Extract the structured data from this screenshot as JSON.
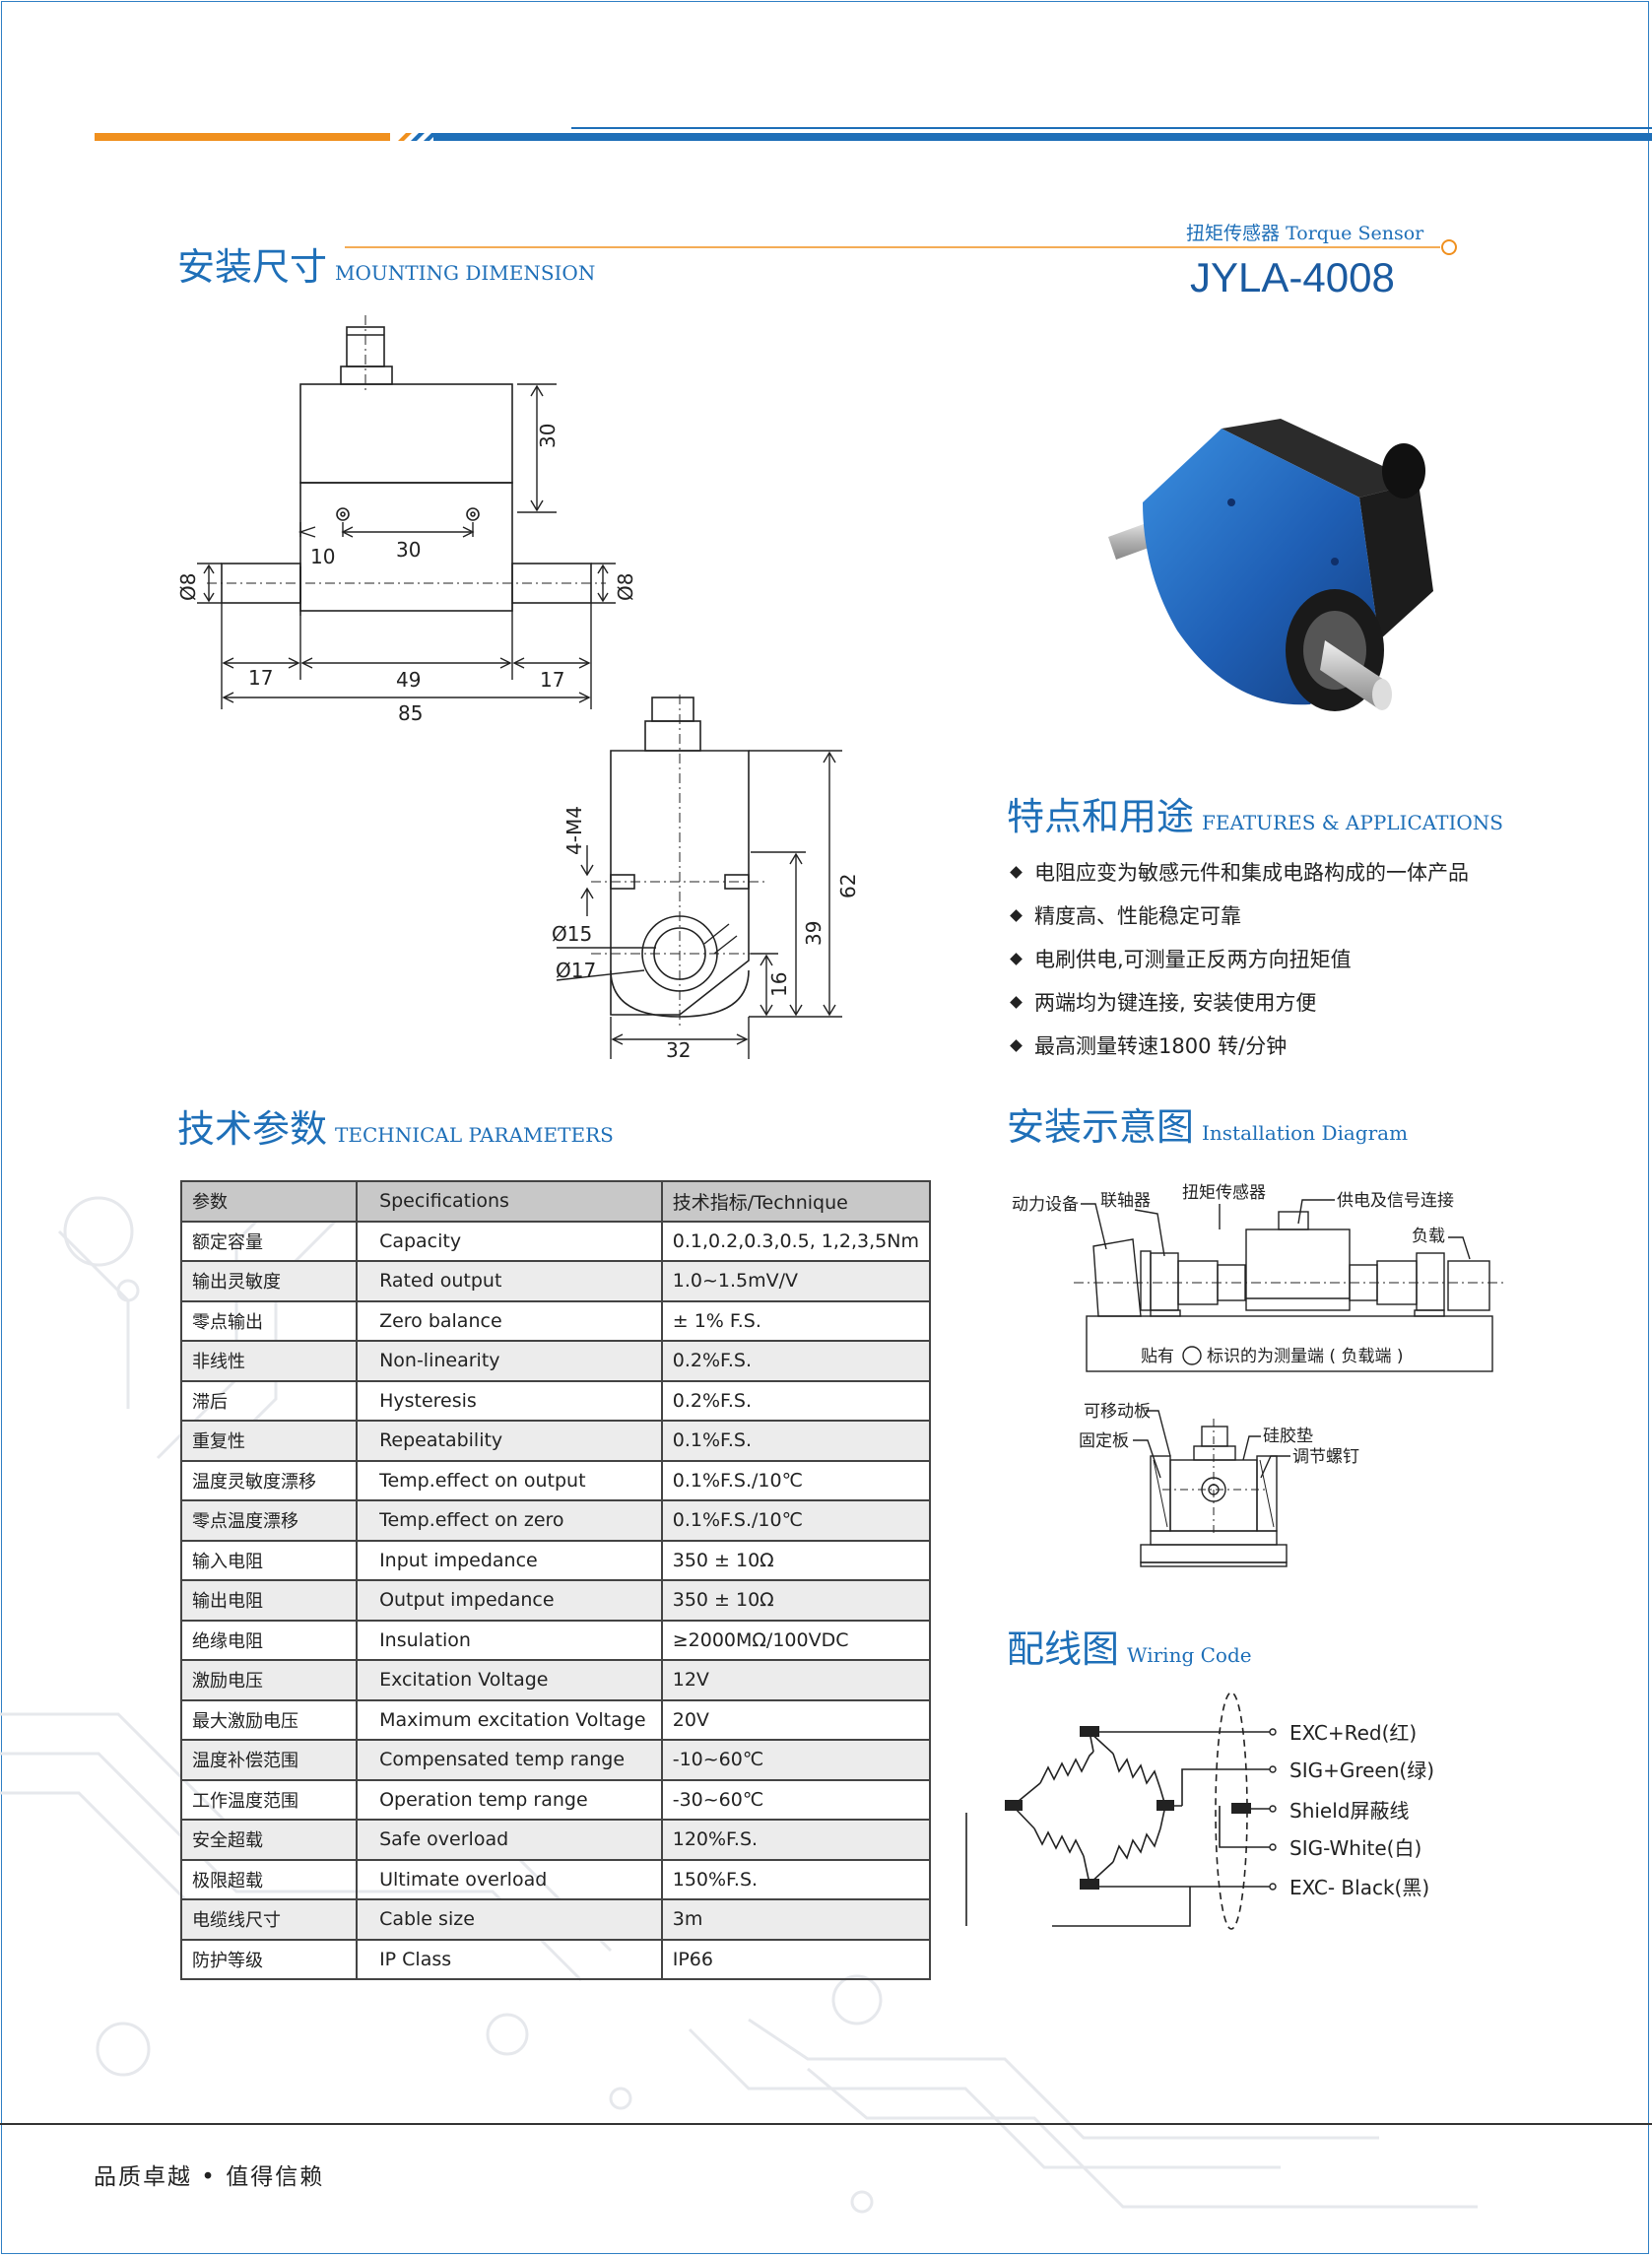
{
  "header": {
    "product_caption_zh": "扭矩传感器",
    "product_caption_en": "Torque Sensor",
    "model": "JYLA-4008",
    "accent_orange": "#f0901e",
    "accent_blue": "#1e6fb8"
  },
  "mounting": {
    "title_zh": "安装尺寸",
    "title_en": "MOUNTING DIMENSION",
    "dims": {
      "d30v": "30",
      "d10": "10",
      "d30h": "30",
      "phi8_left": "Ø8",
      "phi8_right": "Ø8",
      "d17_left": "17",
      "d49": "49",
      "d17_right": "17",
      "d85": "85",
      "m4": "4-M4",
      "phi15": "Ø15",
      "phi17": "Ø17",
      "d62": "62",
      "d39": "39",
      "d16": "16",
      "d32": "32"
    }
  },
  "features": {
    "title_zh": "特点和用途",
    "title_en": "FEATURES & APPLICATIONS",
    "items": [
      "电阻应变为敏感元件和集成电路构成的一体产品",
      "精度高、性能稳定可靠",
      "电刷供电,可测量正反两方向扭矩值",
      "两端均为键连接, 安装使用方便",
      "最高测量转速1800 转/分钟"
    ]
  },
  "technical": {
    "title_zh": "技术参数",
    "title_en": "TECHNICAL PARAMETERS",
    "headers": [
      "参数",
      "Specifications",
      "技术指标/Technique"
    ],
    "rows": [
      [
        "额定容量",
        "Capacity",
        "0.1,0.2,0.3,0.5, 1,2,3,5Nm"
      ],
      [
        "输出灵敏度",
        "Rated output",
        "1.0~1.5mV/V"
      ],
      [
        "零点输出",
        "Zero balance",
        " ± 1% F.S."
      ],
      [
        "非线性",
        "Non-linearity",
        "0.2%F.S."
      ],
      [
        "滞后",
        "Hysteresis",
        "0.2%F.S."
      ],
      [
        "重复性",
        "Repeatability",
        "0.1%F.S."
      ],
      [
        "温度灵敏度漂移",
        "Temp.effect on output",
        "0.1%F.S./10℃"
      ],
      [
        "零点温度漂移",
        "Temp.effect on zero",
        "0.1%F.S./10℃"
      ],
      [
        "输入电阻",
        "Input impedance",
        "350 ± 10Ω"
      ],
      [
        "输出电阻",
        "Output impedance",
        "350 ± 10Ω"
      ],
      [
        "绝缘电阻",
        "Insulation",
        "≥2000MΩ/100VDC"
      ],
      [
        "激励电压",
        "Excitation Voltage",
        "12V"
      ],
      [
        "最大激励电压",
        "Maximum excitation Voltage",
        "20V"
      ],
      [
        "温度补偿范围",
        "Compensated temp range",
        "-10~60℃"
      ],
      [
        "工作温度范围",
        "Operation temp range",
        "-30~60℃"
      ],
      [
        "安全超载",
        "Safe overload",
        "120%F.S."
      ],
      [
        "极限超载",
        "Ultimate overload",
        "150%F.S."
      ],
      [
        "电缆线尺寸",
        "Cable size",
        "3m"
      ],
      [
        "防护等级",
        "IP Class",
        "IP66"
      ]
    ]
  },
  "installation": {
    "title_zh": "安装示意图",
    "title_en": "Installation Diagram",
    "labels": {
      "power_device": "动力设备",
      "coupling": "联轴器",
      "torque_sensor": "扭矩传感器",
      "power_signal": "供电及信号连接",
      "load": "负载",
      "measure_end_prefix": "贴有",
      "measure_end_suffix": "标识的为测量端 ( 负载端 )",
      "movable_plate": "可移动板",
      "fixed_plate": "固定板",
      "silicone_pad": "硅胶垫",
      "adjust_screw": "调节螺钉"
    }
  },
  "wiring": {
    "title_zh": "配线图",
    "title_en": "Wiring Code",
    "lines": [
      "EXC+Red(红)",
      "SIG+Green(绿)",
      "Shield屏蔽线",
      "SIG-White(白)",
      "EXC- Black(黑)"
    ]
  },
  "footer": {
    "slogan": "品质卓越 • 值得信赖"
  }
}
